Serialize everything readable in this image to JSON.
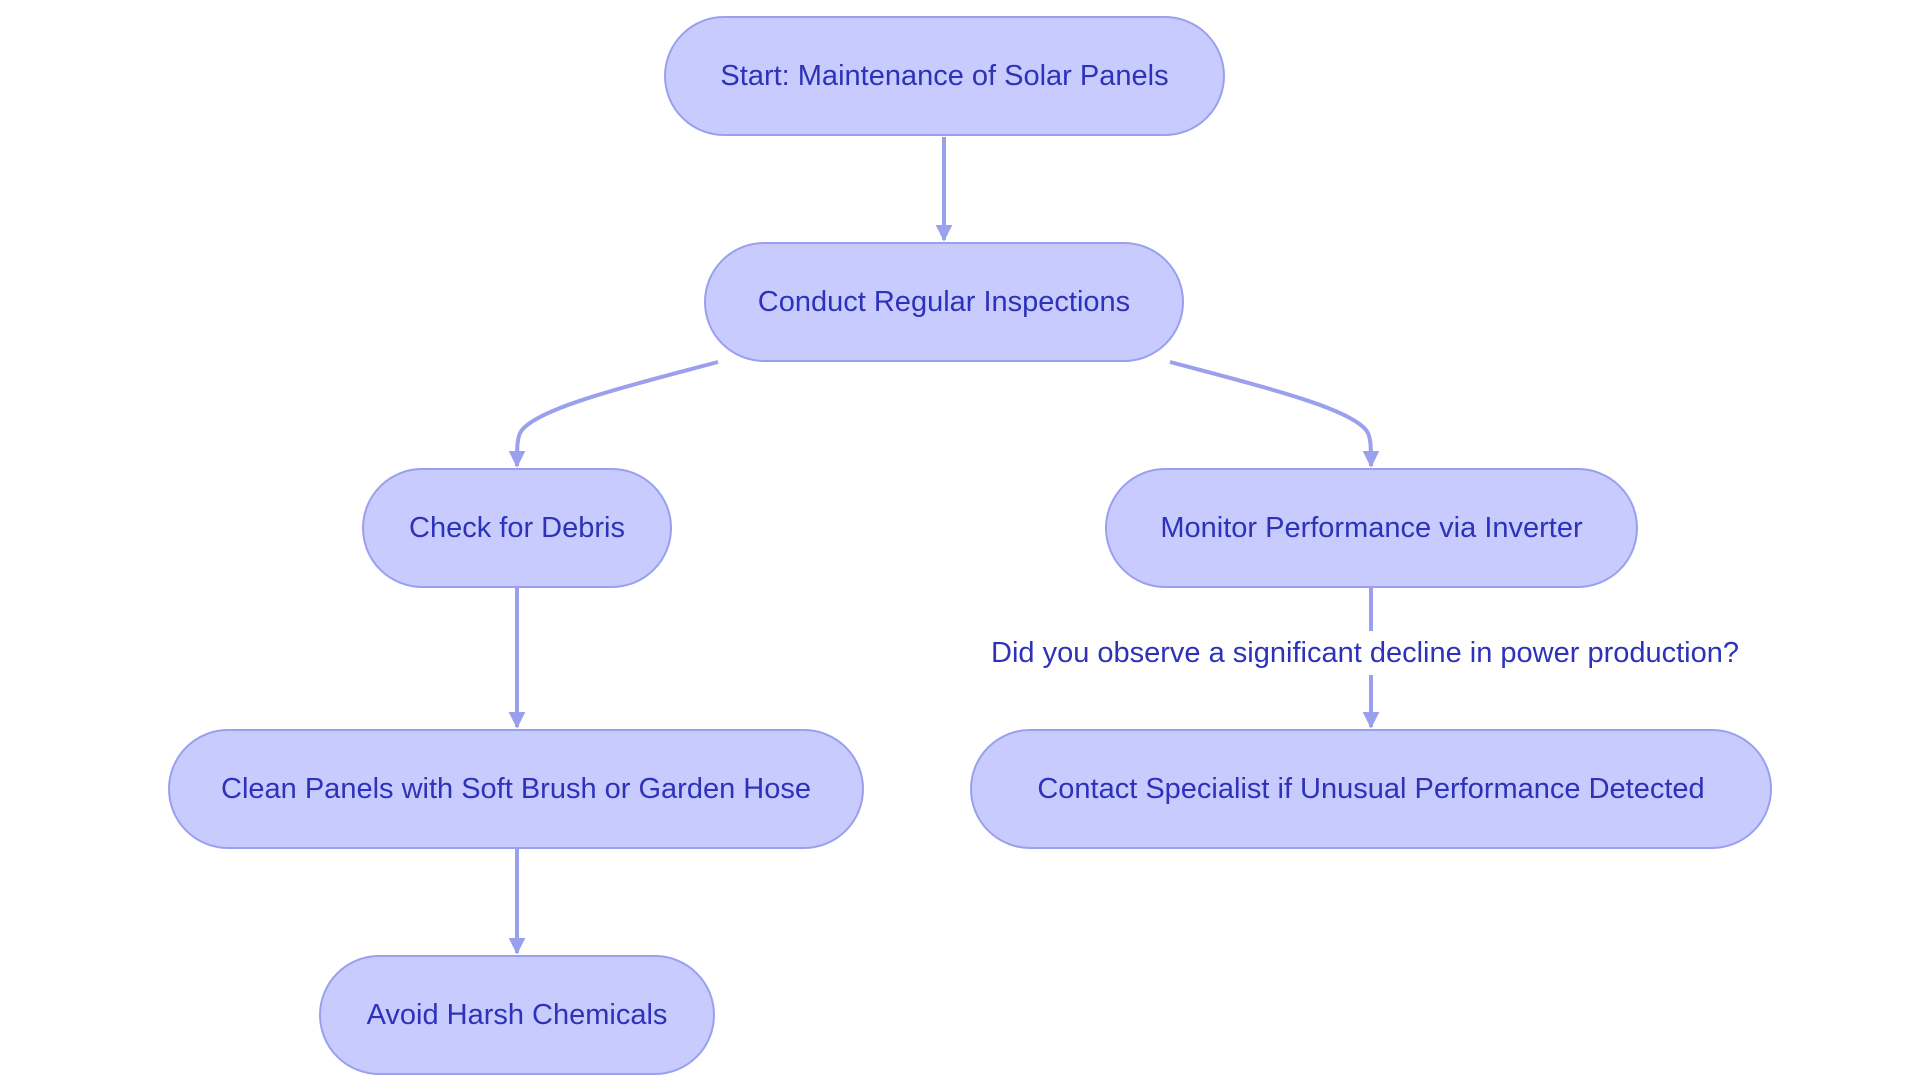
{
  "diagram": {
    "nodes": {
      "start": "Start: Maintenance of Solar Panels",
      "inspect": "Conduct Regular Inspections",
      "debris": "Check for Debris",
      "monitor": "Monitor Performance via Inverter",
      "clean": "Clean Panels with Soft Brush or Garden Hose",
      "contact": "Contact Specialist if Unusual Performance Detected",
      "avoid": "Avoid Harsh Chemicals"
    },
    "edge_labels": {
      "monitor_to_contact": "Did you observe a significant decline in power production?"
    },
    "colors": {
      "node_fill": "#c8cbfe",
      "node_border": "#9aa0ee",
      "edge": "#9aa0ee",
      "text": "#2d32b8"
    }
  }
}
